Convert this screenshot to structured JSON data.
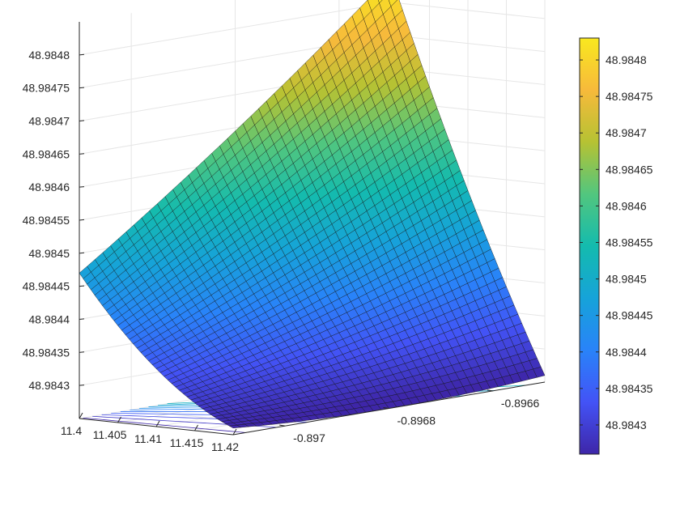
{
  "chart_data": {
    "type": "surface",
    "title": "",
    "xlabel": "",
    "ylabel": "",
    "zlabel": "",
    "colormap": "parula",
    "colormap_stops": [
      "#3e26a8",
      "#4353f6",
      "#2983f9",
      "#16a3d9",
      "#14bbae",
      "#52c67e",
      "#b6c233",
      "#f7ba3b",
      "#f9e81f"
    ],
    "x_ticks": [
      "11.4",
      "11.405",
      "11.41",
      "11.415",
      "11.42"
    ],
    "x_tick_values": [
      11.4,
      11.405,
      11.41,
      11.415,
      11.42
    ],
    "y_ticks": [
      "-0.897",
      "-0.8968",
      "-0.8966"
    ],
    "y_tick_values": [
      -0.897,
      -0.8968,
      -0.8966
    ],
    "z_ticks": [
      "48.9843",
      "48.98435",
      "48.9844",
      "48.98445",
      "48.9845",
      "48.98455",
      "48.9846",
      "48.98465",
      "48.9847",
      "48.98475",
      "48.9848"
    ],
    "z_tick_values": [
      48.9843,
      48.98435,
      48.9844,
      48.98445,
      48.9845,
      48.98455,
      48.9846,
      48.98465,
      48.9847,
      48.98475,
      48.9848
    ],
    "colorbar_ticks": [
      "48.9843",
      "48.98435",
      "48.9844",
      "48.98445",
      "48.9845",
      "48.98455",
      "48.9846",
      "48.98465",
      "48.9847",
      "48.98475",
      "48.9848"
    ],
    "colorbar_tick_values": [
      48.9843,
      48.98435,
      48.9844,
      48.98445,
      48.9845,
      48.98455,
      48.9846,
      48.98465,
      48.9847,
      48.98475,
      48.9848
    ],
    "xlim": [
      11.4,
      11.42
    ],
    "ylim": [
      -0.8971,
      -0.8965
    ],
    "zlim": [
      48.98425,
      48.98485
    ],
    "clim": [
      48.98426,
      48.98483
    ],
    "surface": {
      "x_range": [
        11.4,
        11.42
      ],
      "y_range": [
        -0.8971,
        -0.8965
      ],
      "corner_values": {
        "x_11.4_y_min": 48.98447,
        "x_11.4_y_max": 48.98484,
        "x_11.42_y_min": 48.98426,
        "x_11.42_y_max": 48.98426
      },
      "minimum": 48.98426,
      "maximum": 48.98484,
      "grid_lines": 40
    },
    "contour_on_floor": true,
    "colorbar": true,
    "grid": true
  }
}
